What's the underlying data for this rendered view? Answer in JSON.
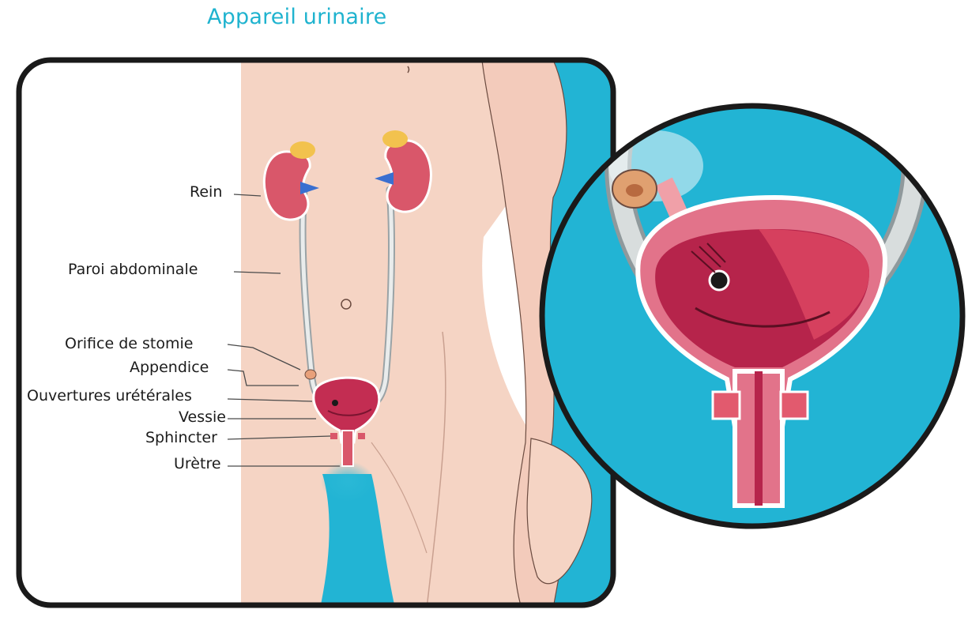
{
  "title": "Appareil urinaire",
  "labels": {
    "rein": "Rein",
    "paroi": "Paroi abdominale",
    "orifice": "Orifice de stomie",
    "appendice": "Appendice",
    "ouvertures": "Ouvertures urétérales",
    "vessie": "Vessie",
    "sphincter": "Sphincter",
    "uretre": "Urètre"
  },
  "colors": {
    "accent": "#1fb3cf",
    "skin": "#f5d4c4",
    "kidney": "#d9576a",
    "bladder": "#b6244b",
    "frame": "#1a1a1a"
  }
}
